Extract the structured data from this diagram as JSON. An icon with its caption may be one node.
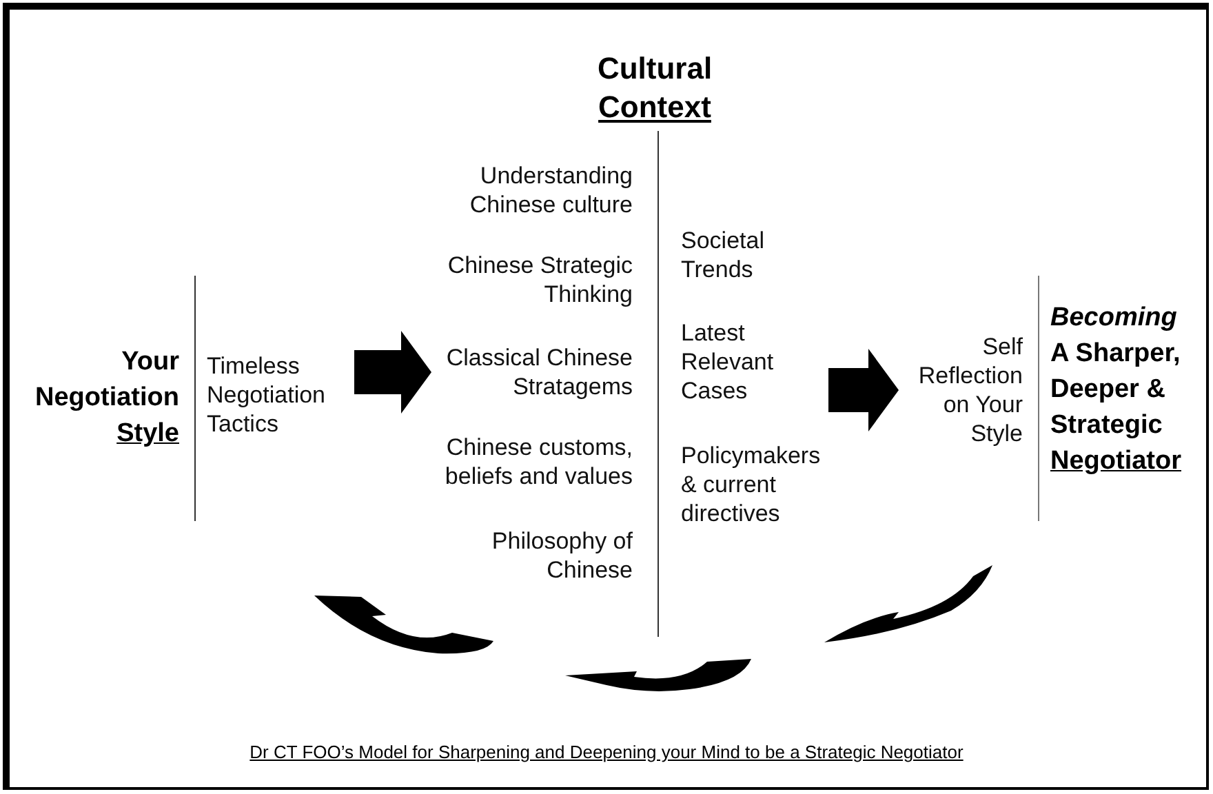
{
  "diagram": {
    "caption": "Dr CT FOO’s Model for Sharpening and Deepening your Mind to be a Strategic Negotiator",
    "nodes": [
      {
        "text": [
          "Your Negotiation Style"
        ]
      },
      {
        "text": [
          "Timeless Negotiation Tactics"
        ]
      },
      {
        "text": [
          "Cultural Context"
        ]
      },
      {
        "text": [
          "Understanding Chinese culture"
        ]
      },
      {
        "text": [
          "Chinese Strategic Thinking"
        ]
      },
      {
        "text": [
          "Classical Chinese Stratagems"
        ]
      },
      {
        "text": [
          "Chinese customs, beliefs and values"
        ]
      },
      {
        "text": [
          "Philosophy of Chinese"
        ]
      },
      {
        "text": [
          "Societal Trends"
        ]
      },
      {
        "text": [
          "Latest Relevant Cases"
        ]
      },
      {
        "text": [
          "Policymakers & current directives"
        ]
      },
      {
        "text": [
          "Self Reflection on Your Style"
        ]
      },
      {
        "text": [
          "*Becoming* A Sharper, Deeper & Strategic Negotiator"
        ]
      }
    ],
    "edges": [
      {
        "from": 1,
        "to": 5,
        "arrow": "to"
      },
      {
        "from": 9,
        "to": 11,
        "arrow": "to"
      }
    ]
  }
}
